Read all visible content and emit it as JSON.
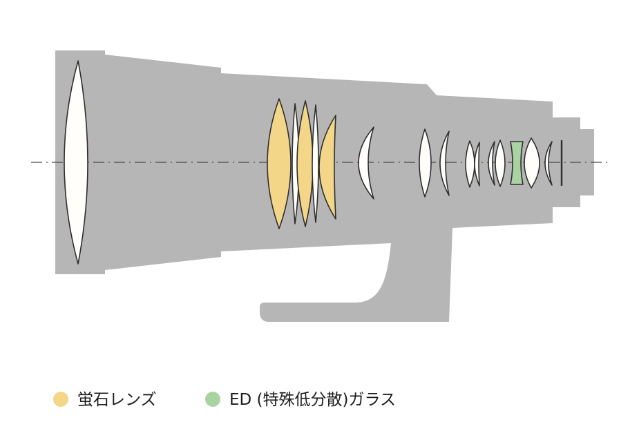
{
  "colors": {
    "background": "#ffffff",
    "barrel": "#b6b6b6",
    "glass": "#fffefb",
    "fluorite": "#f4d689",
    "ed": "#a9d4a1",
    "outline": "#2e2e2e",
    "axis": "#4a4a4a"
  },
  "legend": {
    "items": [
      {
        "id": "fluorite",
        "label": "蛍石レンズ",
        "color": "#f4d689"
      },
      {
        "id": "ed",
        "label": "ED (特殊低分散)ガラス",
        "color": "#a9d4a1"
      }
    ]
  }
}
